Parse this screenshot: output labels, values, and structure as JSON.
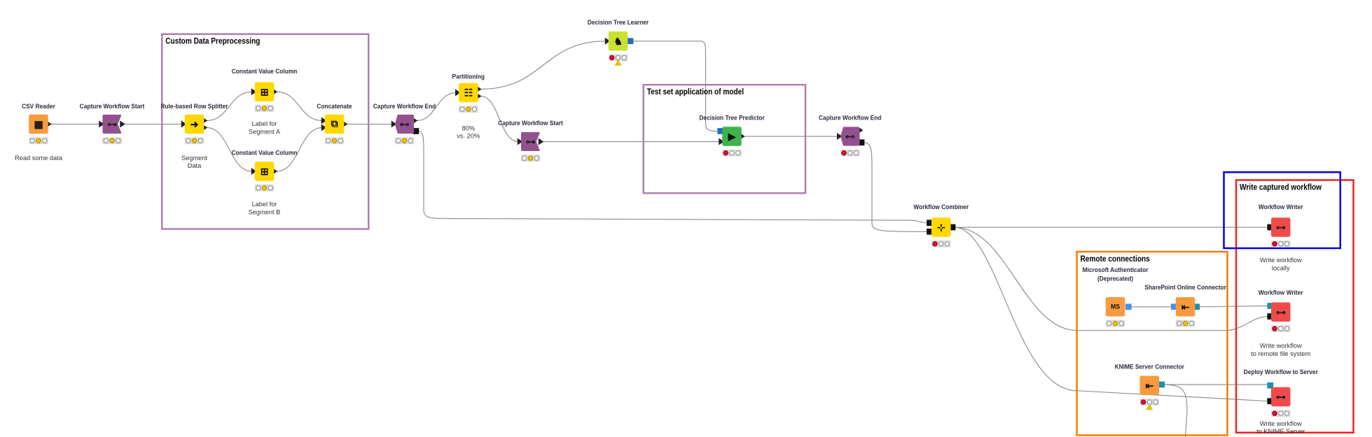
{
  "colors": {
    "source": "#f99a3e",
    "manipulator": "#ffd800",
    "flow_control": "#93518f",
    "learner": "#c9e22f",
    "predictor": "#3cb44b",
    "writer": "#f04b4b",
    "annotation_purple": "#b07fac",
    "annotation_orange": "#f57c00",
    "highlight_blue": "#0000ee",
    "highlight_red": "#ee2222"
  },
  "annotation_boxes": [
    {
      "id": "custom-data-preprocessing",
      "title": "Custom Data Preprocessing"
    },
    {
      "id": "test-set-application",
      "title": "Test set application of model"
    },
    {
      "id": "remote-connections",
      "title": "Remote connections"
    },
    {
      "id": "write-captured-workflow",
      "title": "Write captured workflow"
    }
  ],
  "nodes": [
    {
      "id": "csv-reader",
      "label": "CSV Reader",
      "annotation": "Read some data",
      "type": "source",
      "icon": "table-reader-icon",
      "status": "configured"
    },
    {
      "id": "capture-start-1",
      "label": "Capture Workflow Start",
      "annotation": "",
      "type": "flow_control",
      "icon": "capture-start-icon",
      "status": "configured"
    },
    {
      "id": "rule-splitter",
      "label": "Rule-based Row Splitter",
      "annotation": "Segment\nData",
      "type": "manipulator",
      "icon": "splitter-arrow-icon",
      "status": "configured"
    },
    {
      "id": "constant-a",
      "label": "Constant Value Column",
      "annotation": "Label for\nSegment A",
      "type": "manipulator",
      "icon": "add-column-icon",
      "status": "configured"
    },
    {
      "id": "constant-b",
      "label": "Constant Value Column",
      "annotation": "Label for\nSegment B",
      "type": "manipulator",
      "icon": "add-column-icon",
      "status": "configured"
    },
    {
      "id": "concatenate",
      "label": "Concatenate",
      "annotation": "",
      "type": "manipulator",
      "icon": "concatenate-icon",
      "status": "configured"
    },
    {
      "id": "capture-end-1",
      "label": "Capture Workflow End",
      "annotation": "",
      "type": "flow_control",
      "icon": "capture-end-icon",
      "status": "configured"
    },
    {
      "id": "partitioning",
      "label": "Partitioning",
      "annotation": "80%\nvs. 20%",
      "type": "manipulator",
      "icon": "partition-icon",
      "status": "configured"
    },
    {
      "id": "dt-learner",
      "label": "Decision Tree Learner",
      "annotation": "",
      "type": "learner",
      "icon": "decision-tree-icon",
      "status": "warning"
    },
    {
      "id": "capture-start-2",
      "label": "Capture Workflow Start",
      "annotation": "",
      "type": "flow_control",
      "icon": "capture-start-icon",
      "status": "configured"
    },
    {
      "id": "dt-predictor",
      "label": "Decision Tree Predictor",
      "annotation": "",
      "type": "predictor",
      "icon": "predictor-icon",
      "status": "idle"
    },
    {
      "id": "capture-end-2",
      "label": "Capture Workflow End",
      "annotation": "",
      "type": "flow_control",
      "icon": "capture-end-icon",
      "status": "idle"
    },
    {
      "id": "workflow-combiner",
      "label": "Workflow Combiner",
      "annotation": "",
      "type": "manipulator",
      "icon": "combiner-icon",
      "status": "idle"
    },
    {
      "id": "ms-auth",
      "label": "Microsoft Authenticator\n(Deprecated)",
      "annotation": "",
      "type": "source",
      "icon": "ms-key-icon",
      "status": "configured"
    },
    {
      "id": "sharepoint",
      "label": "SharePoint Online Connector",
      "annotation": "",
      "type": "source",
      "icon": "connector-icon",
      "status": "configured"
    },
    {
      "id": "knime-server",
      "label": "KNIME Server Connector",
      "annotation": "",
      "type": "source",
      "icon": "connector-icon",
      "status": "warning"
    },
    {
      "id": "writer-local",
      "label": "Workflow Writer",
      "annotation": "Write workflow\nlocally",
      "type": "writer",
      "icon": "workflow-writer-icon",
      "status": "idle"
    },
    {
      "id": "writer-remote",
      "label": "Workflow Writer",
      "annotation": "Write workflow\nto remote file system",
      "type": "writer",
      "icon": "workflow-writer-icon",
      "status": "idle"
    },
    {
      "id": "deploy-server",
      "label": "Deploy Workflow to Server",
      "annotation": "Write workflow\nto KNIME Server",
      "type": "writer",
      "icon": "workflow-writer-icon",
      "status": "idle"
    }
  ]
}
